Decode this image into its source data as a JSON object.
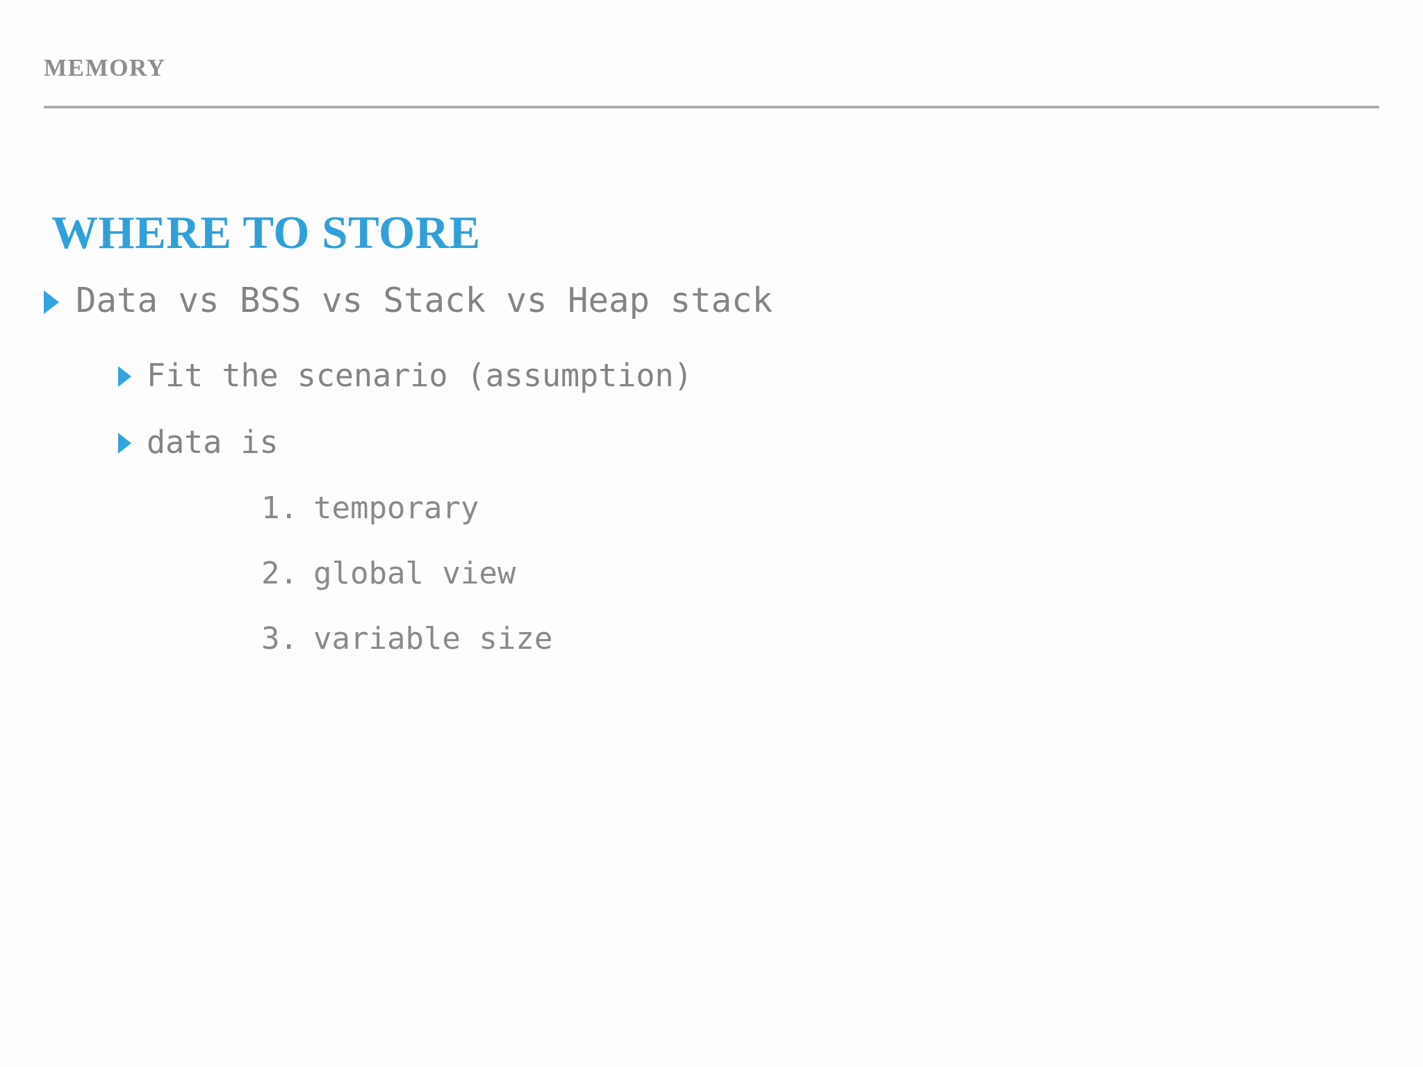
{
  "slide": {
    "header_label": "MEMORY",
    "title": "WHERE TO STORE",
    "colors": {
      "accent_blue": "#31A0DA",
      "bullet_blue": "#35A4DC",
      "body_gray": "#848484",
      "header_gray": "#8d8d8d",
      "rule_gray": "#a9a9a9",
      "background": "#fdfdfd"
    },
    "bullets": [
      {
        "level": 1,
        "marker": "triangle-right",
        "text": "Data vs BSS vs Stack vs Heap stack"
      },
      {
        "level": 2,
        "marker": "triangle-right",
        "text": "Fit the scenario (assumption)"
      },
      {
        "level": 2,
        "marker": "triangle-right",
        "text": "data is"
      },
      {
        "level": 3,
        "marker": "1.",
        "text": "temporary"
      },
      {
        "level": 3,
        "marker": "2.",
        "text": "global view"
      },
      {
        "level": 3,
        "marker": "3.",
        "text": "variable size"
      }
    ]
  }
}
